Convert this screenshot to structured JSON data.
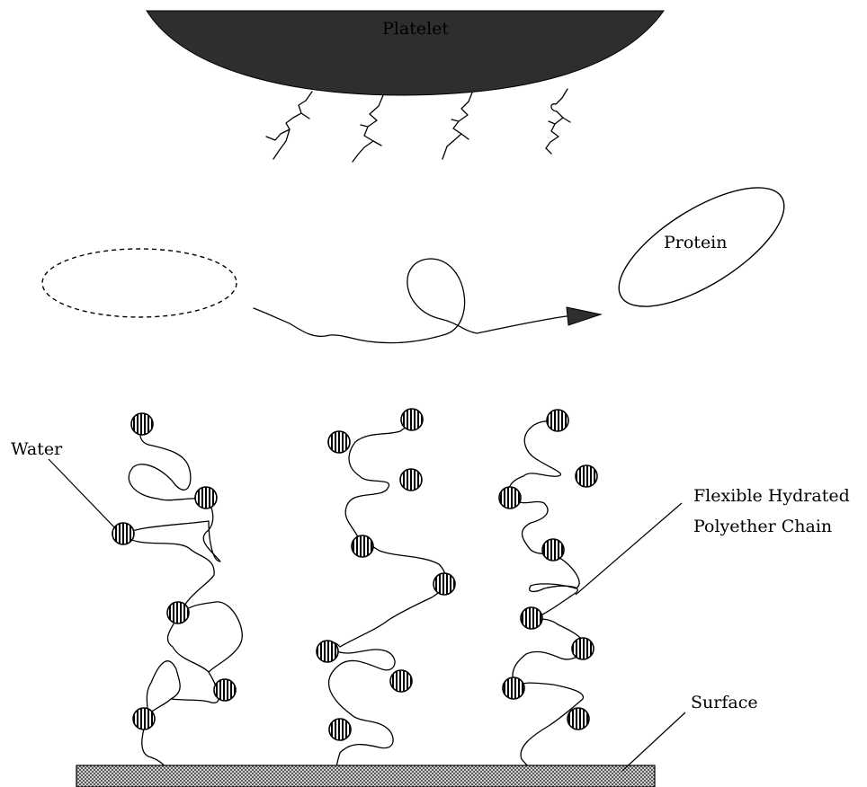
{
  "labels": {
    "platelet": "Platelet",
    "protein": "Protein",
    "water": "Water",
    "chain_line1": "Flexible Hydrated",
    "chain_line2": "Polyether Chain",
    "surface": "Surface"
  },
  "colors": {
    "ink": "#000000",
    "platelet_fill": "#2e2e2e",
    "surface_fill": "#9a9a9a",
    "background": "#ffffff"
  }
}
